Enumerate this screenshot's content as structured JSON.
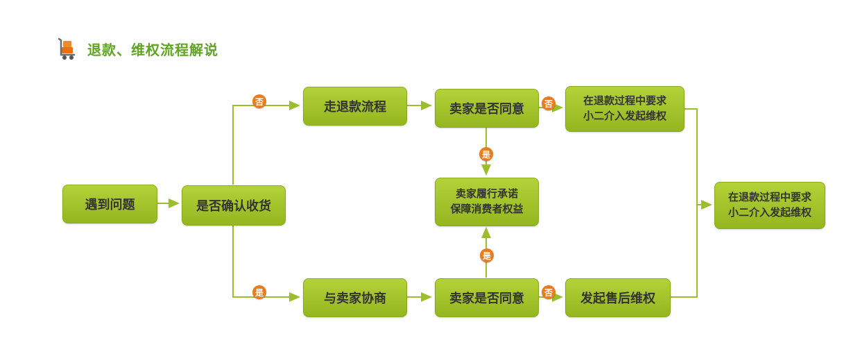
{
  "title": "退款、维权流程解说",
  "badges": {
    "no": "否",
    "yes": "是"
  },
  "nodes": {
    "problem": {
      "label": "遇到问题"
    },
    "confirm_receipt": {
      "label": "是否确认收货"
    },
    "refund_process": {
      "label": "走退款流程"
    },
    "seller_agree_top": {
      "label": "卖家是否同意"
    },
    "request_xiaoer_top": {
      "line1": "在退款过程中要求",
      "line2": "小二介入发起维权"
    },
    "seller_fulfill": {
      "line1": "卖家履行承诺",
      "line2": "保障消费者权益"
    },
    "negotiate_seller": {
      "label": "与卖家协商"
    },
    "seller_agree_bottom": {
      "label": "卖家是否同意"
    },
    "aftersales_rights": {
      "label": "发起售后维权"
    },
    "request_xiaoer_right": {
      "line1": "在退款过程中要求",
      "line2": "小二介入发起维权"
    }
  },
  "colors": {
    "box_top": "#b4d23a",
    "box_bottom": "#94b61e",
    "box_border": "#8aa81c",
    "box_text": "#333333",
    "line": "#9cbe2c",
    "badge": "#e87c1e",
    "title": "#60a422"
  }
}
